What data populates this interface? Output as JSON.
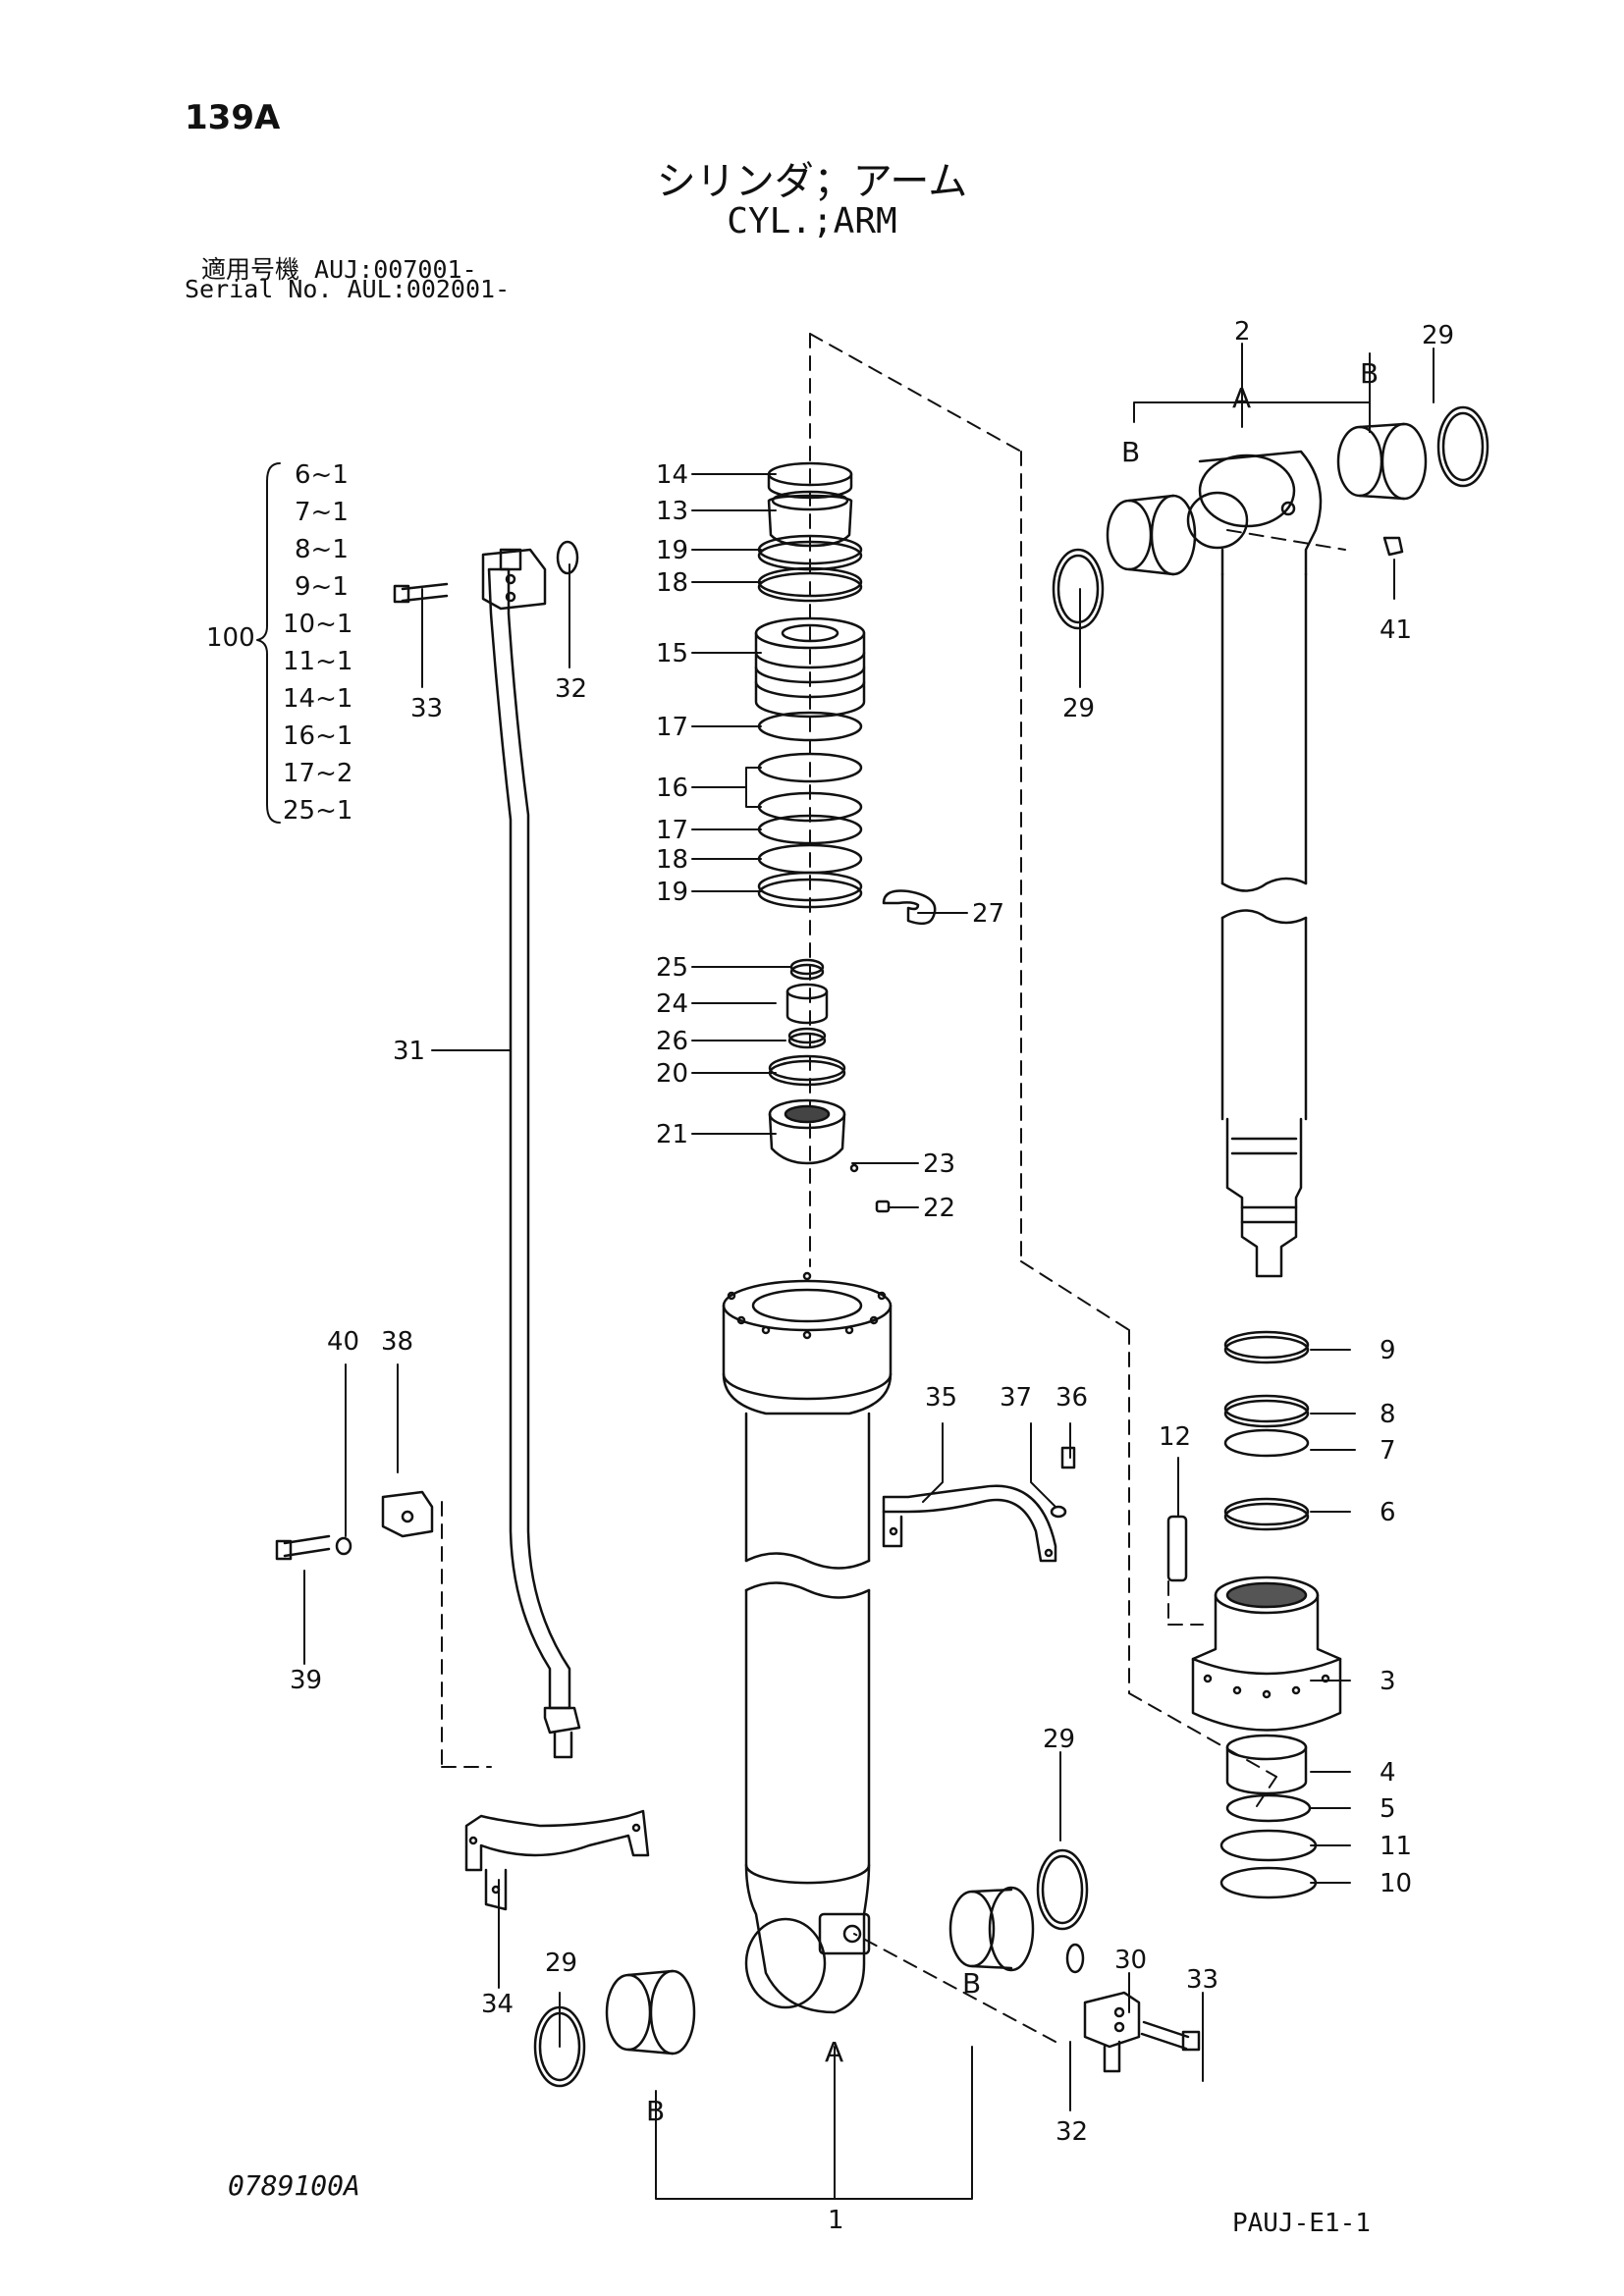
{
  "header": {
    "page_number": "139A",
    "title_jp": "シリンダ；アーム",
    "title_en": "CYL.;ARM",
    "serial_line_1": "適用号機 AUJ:007001-",
    "serial_line_2": "Serial No. AUL:002001-"
  },
  "kit": {
    "number": "100",
    "items": [
      "6~1",
      "7~1",
      "8~1",
      "9~1",
      "10~1",
      "11~1",
      "14~1",
      "16~1",
      "17~2",
      "25~1"
    ]
  },
  "callouts": {
    "c14": "14",
    "c13": "13",
    "c19a": "19",
    "c18a": "18",
    "c15": "15",
    "c17a": "17",
    "c16": "16",
    "c17b": "17",
    "c18b": "18",
    "c19b": "19",
    "c27": "27",
    "c25": "25",
    "c24": "24",
    "c26": "26",
    "c20": "20",
    "c21": "21",
    "c23": "23",
    "c22": "22",
    "c31": "31",
    "c33a": "33",
    "c32a": "32",
    "c2": "2",
    "c29a": "29",
    "c29b": "29",
    "c41": "41",
    "c9": "9",
    "c8": "8",
    "c7": "7",
    "c12": "12",
    "c6": "6",
    "c3": "3",
    "c4": "4",
    "c5": "5",
    "c11": "11",
    "c10": "10",
    "c40": "40",
    "c38": "38",
    "c39": "39",
    "c35": "35",
    "c37": "37",
    "c36": "36",
    "c34": "34",
    "c29c": "29",
    "c29d": "29",
    "c30": "30",
    "c33b": "33",
    "c32b": "32",
    "c1": "1"
  },
  "letters": {
    "A_top": "A",
    "B_top_left": "B",
    "B_top_right": "B",
    "A_bottom": "A",
    "B_bottom_left": "B",
    "B_bottom_right": "B"
  },
  "footer": {
    "drawing_code": "0789100A",
    "page_code": "PAUJ-E1-1"
  }
}
